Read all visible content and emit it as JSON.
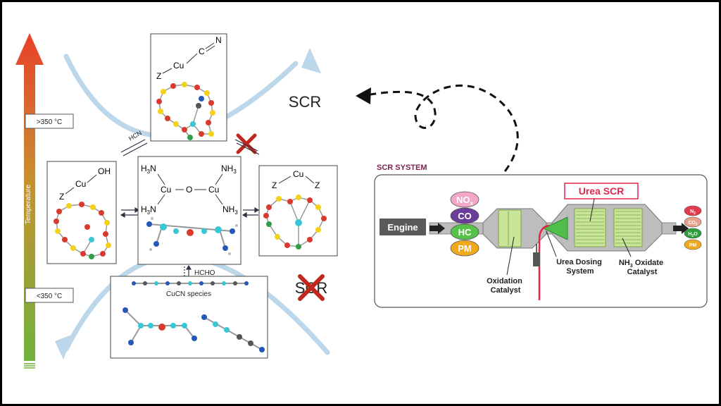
{
  "temperature": {
    "axis_label": "Temperature",
    "high_label": ">350 °C",
    "low_label": "<350 °C",
    "colors": {
      "hot": "#e8402a",
      "mid": "#d88b2c",
      "cool": "#6fb33a"
    }
  },
  "mechanism": {
    "scr_label": "SCR",
    "scr_blocked_label": "SCR",
    "hcn_label": "HCN",
    "hcho_label": "HCHO",
    "cucn_species_label": "CuCN species",
    "top_box": {
      "z": "Z",
      "cu": "Cu",
      "c": "C",
      "n": "N"
    },
    "left_box": {
      "z": "Z",
      "cu": "Cu",
      "oh": "OH"
    },
    "right_box": {
      "z1": "Z",
      "cu": "Cu",
      "z2": "Z"
    },
    "center_box": {
      "nh3_tl": "H",
      "nh3_tl_sub": "3",
      "nh3_tl_n": "N",
      "nh3_tr": "NH",
      "nh3_tr_sub": "3",
      "nh3_bl": "H",
      "nh3_bl_sub": "3",
      "nh3_bl_n": "N",
      "nh3_br": "NH",
      "nh3_br_sub": "3",
      "cu_left": "Cu",
      "o": "O",
      "cu_right": "Cu"
    },
    "atom_colors": {
      "o": "#d93a30",
      "si": "#f2d21b",
      "al": "#2e9e4a",
      "cu": "#39c6d6",
      "n": "#2458b8",
      "c": "#555555",
      "h": "#e6e6e6"
    }
  },
  "scr_system": {
    "title": "SCR SYSTEM",
    "engine_label": "Engine",
    "urea_scr_label": "Urea SCR",
    "inputs": [
      {
        "main": "NO",
        "sub": "x",
        "color": "#f3a6c6"
      },
      {
        "main": "CO",
        "sub": "",
        "color": "#6a3d9a"
      },
      {
        "main": "HC",
        "sub": "",
        "color": "#57c24a"
      },
      {
        "main": "PM",
        "sub": "",
        "color": "#f0a81c"
      }
    ],
    "outputs": [
      {
        "main": "N",
        "sub": "2",
        "color": "#e33a4e"
      },
      {
        "main": "CO",
        "sub": "2",
        "color": "#e9a08a"
      },
      {
        "main": "H",
        "sub": "2",
        "tail": "O",
        "color": "#2e9e3a"
      },
      {
        "main": "PM",
        "sub": "",
        "color": "#f0a81c"
      }
    ],
    "oxidation_catalyst": [
      "Oxidation",
      "Catalyst"
    ],
    "urea_dosing": [
      "Urea Dosing",
      "System"
    ],
    "nh3_oxidate": {
      "pre": "NH",
      "sub": "3",
      "post": " Oxidate",
      "line2": "Catalyst"
    },
    "title_color": "#7a1f4e",
    "urea_color": "#e5254d"
  }
}
